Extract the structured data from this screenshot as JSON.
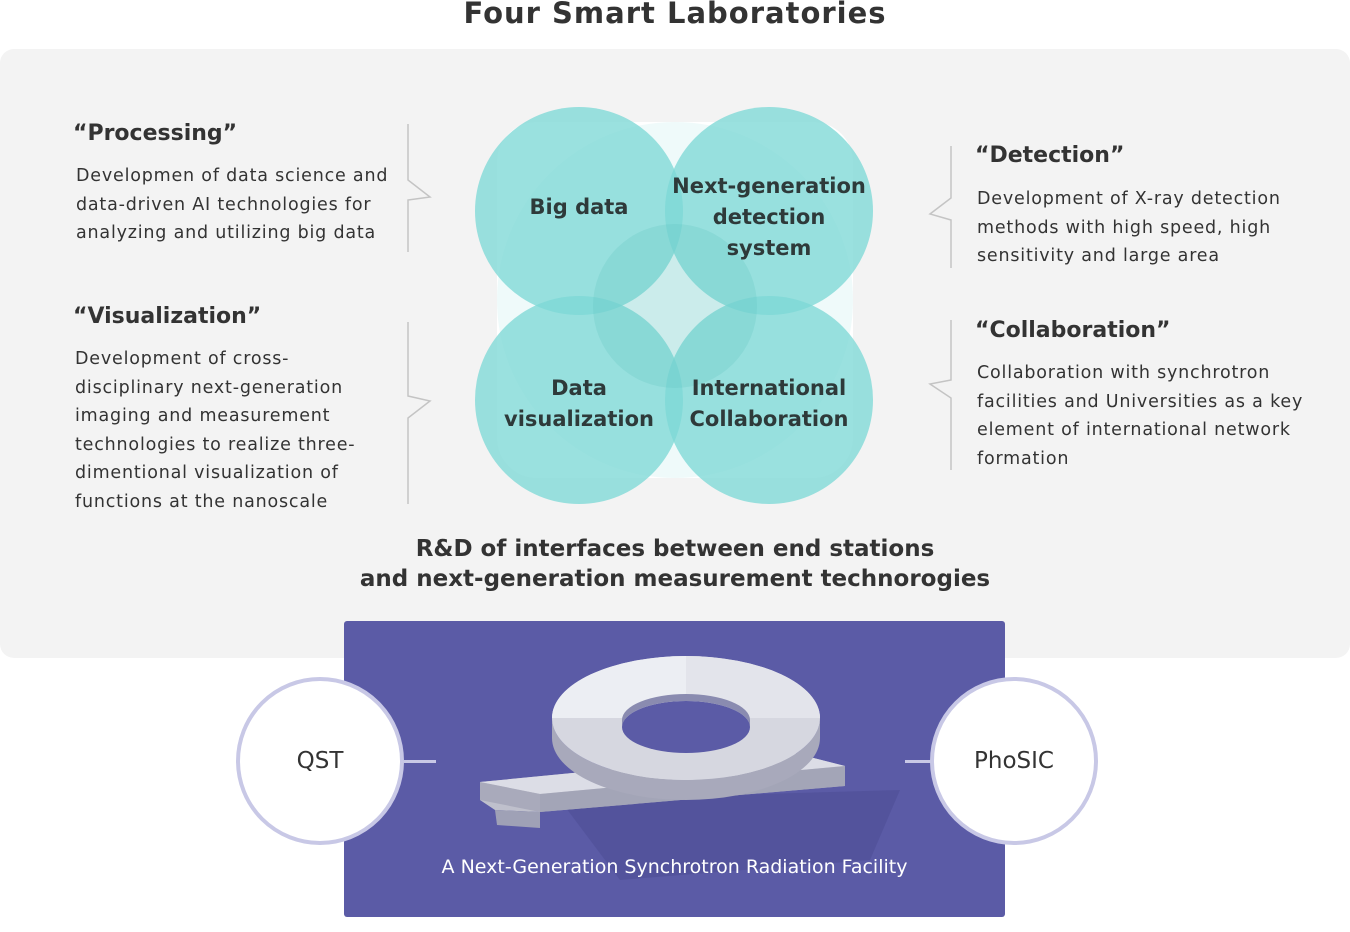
{
  "title": "Four Smart Laboratories",
  "labs": {
    "processing": {
      "heading": "“Processing”",
      "lines": [
        "Developmen of data science and",
        "data-driven AI technologies for",
        "analyzing and utilizing big data"
      ]
    },
    "visualization": {
      "heading": "“Visualization”",
      "lines": [
        "Development of cross-",
        "disciplinary next-generation",
        "imaging and measurement",
        "technologies to realize three-",
        "dimentional visualization of",
        "functions at the nanoscale"
      ]
    },
    "detection": {
      "heading": "“Detection”",
      "lines": [
        "Development of X-ray detection",
        "methods with high speed, high",
        "sensitivity and large area"
      ]
    },
    "collaboration": {
      "heading": "“Collaboration”",
      "lines": [
        "Collaboration with synchrotron",
        "facilities and Universities as a key",
        "element of international network",
        "formation"
      ]
    }
  },
  "circles": {
    "big_data": [
      "Big data"
    ],
    "detection_system": [
      "Next-generation",
      "detection",
      "system"
    ],
    "data_visualization": [
      "Data",
      "visualization"
    ],
    "international": [
      "International",
      "Collaboration"
    ]
  },
  "rd_lines": [
    "R&D of interfaces between end stations",
    "and next-generation measurement technorogies"
  ],
  "facility_label": "A Next-Generation Synchrotron Radiation Facility",
  "orgs": {
    "left": "QST",
    "right": "PhoSIC"
  },
  "colors": {
    "circle_fill": "#7ed9d6",
    "panel_bg": "#f3f3f3",
    "facility_bg": "#5b5ba6",
    "org_border": "#c8c8e6"
  }
}
